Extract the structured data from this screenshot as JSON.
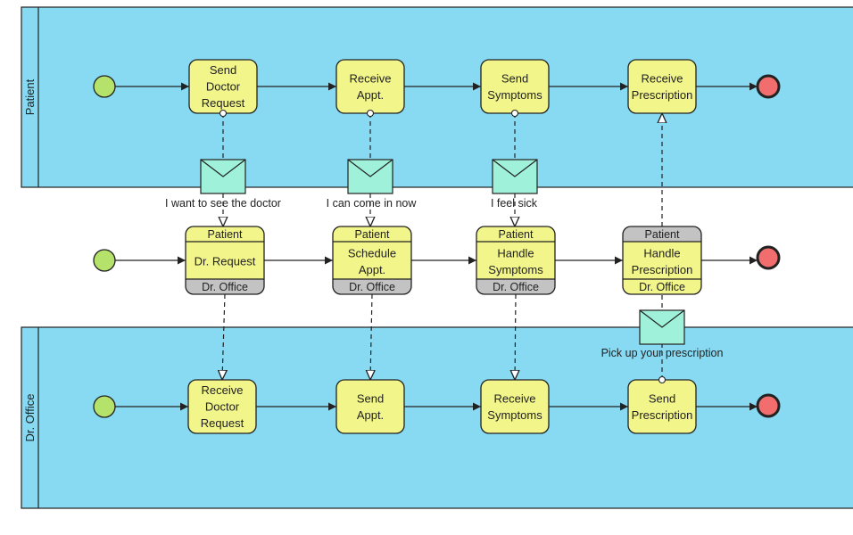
{
  "pools": {
    "top": {
      "label": "Patient"
    },
    "bottom": {
      "label": "Dr. Office"
    }
  },
  "top_tasks": [
    {
      "lines": [
        "Send",
        "Doctor",
        "Request"
      ]
    },
    {
      "lines": [
        "Receive",
        "Appt."
      ]
    },
    {
      "lines": [
        "Send",
        "Symptoms"
      ]
    },
    {
      "lines": [
        "Receive",
        "Prescription"
      ]
    }
  ],
  "choreography": [
    {
      "initiator": "Patient",
      "name_lines": [
        "Dr. Request"
      ],
      "participant": "Dr. Office",
      "shaded": "bottom"
    },
    {
      "initiator": "Patient",
      "name_lines": [
        "Schedule",
        "Appt."
      ],
      "participant": "Dr. Office",
      "shaded": "bottom"
    },
    {
      "initiator": "Patient",
      "name_lines": [
        "Handle",
        "Symptoms"
      ],
      "participant": "Dr. Office",
      "shaded": "bottom"
    },
    {
      "initiator": "Patient",
      "name_lines": [
        "Handle",
        "Prescription"
      ],
      "participant": "Dr. Office",
      "shaded": "top"
    }
  ],
  "bottom_tasks": [
    {
      "lines": [
        "Receive",
        "Doctor",
        "Request"
      ]
    },
    {
      "lines": [
        "Send",
        "Appt."
      ]
    },
    {
      "lines": [
        "Receive",
        "Symptoms"
      ]
    },
    {
      "lines": [
        "Send",
        "Prescription"
      ]
    }
  ],
  "messages": [
    {
      "label": "I want to see the doctor"
    },
    {
      "label": "I can come in now"
    },
    {
      "label": "I feel sick"
    },
    {
      "label": "Pick up your prescription"
    }
  ],
  "colors": {
    "pool_fill": "#87DAF2",
    "task_fill": "#F2F58A",
    "band_shaded": "#C3C3C3",
    "envelope_fill": "#9FF2D9",
    "start_event": "#B5E26B",
    "end_event": "#F26E6E",
    "stroke": "#222222"
  }
}
